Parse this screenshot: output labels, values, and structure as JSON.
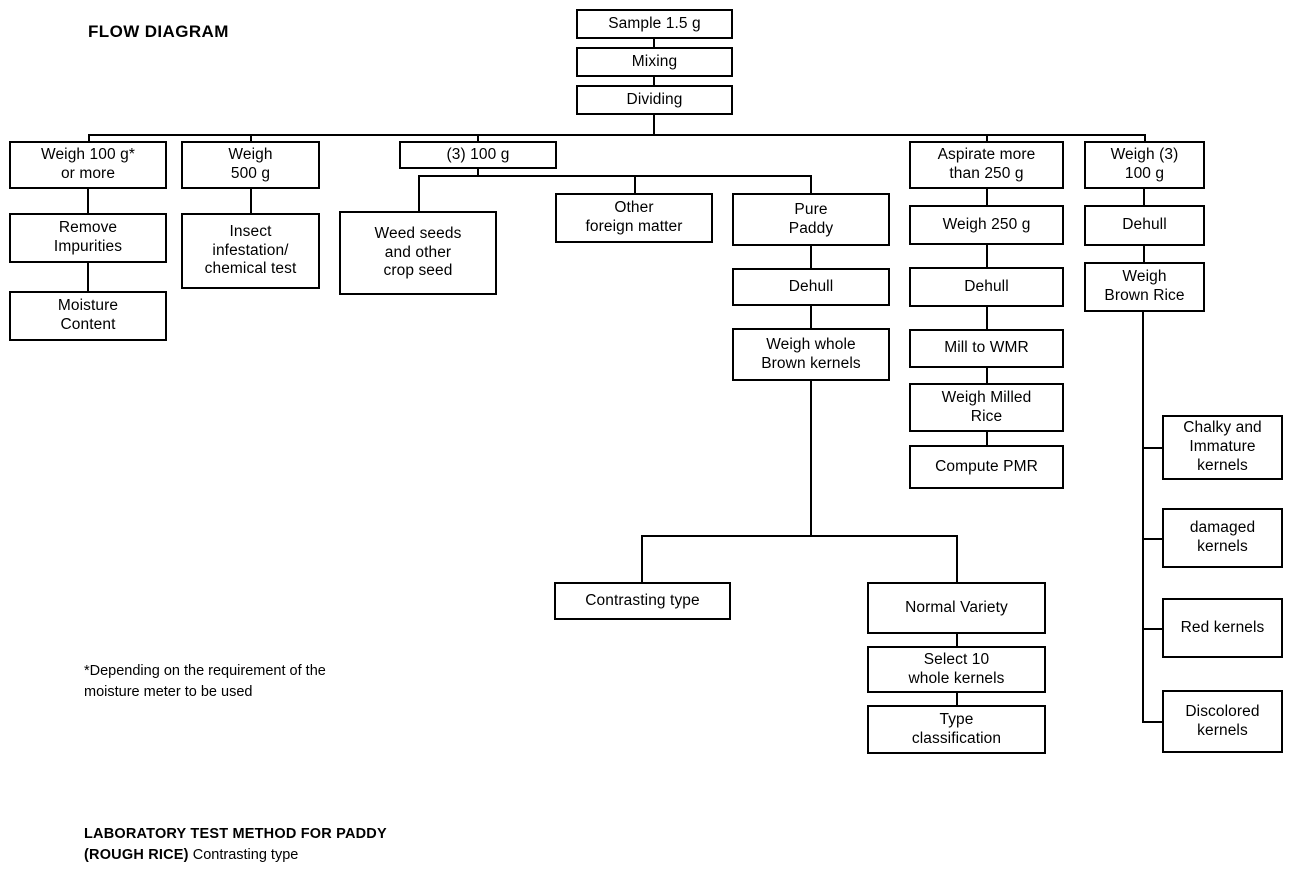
{
  "diagram": {
    "title": "FLOW DIAGRAM",
    "footnote": "*Depending on the requirement of the\n moisture meter to be used",
    "caption_line1": "LABORATORY TEST METHOD FOR PADDY",
    "caption_line2_strong": "(ROUGH RICE)",
    "caption_line2_rest": " Contrasting type",
    "line_color": "#000000",
    "box_border_color": "#000000",
    "background": "#ffffff"
  },
  "nodes": {
    "sample": "Sample 1.5 g",
    "mixing": "Mixing",
    "dividing": "Dividing",
    "weigh100": "Weigh 100 g*\nor more",
    "remove_impurities": "Remove\nImpurities",
    "moisture_content": "Moisture\nContent",
    "weigh500": "Weigh\n500 g",
    "insect_test": "Insect\ninfestation/\nchemical test",
    "three_100g": "(3) 100 g",
    "weed_seeds": "Weed seeds\nand other\ncrop seed",
    "other_foreign": "Other\nforeign matter",
    "pure_paddy": "Pure\nPaddy",
    "dehull_paddy": "Dehull",
    "weigh_whole_brown": "Weigh whole\nBrown kernels",
    "contrasting_type": "Contrasting type",
    "normal_variety": "Normal Variety",
    "select_10": "Select 10\nwhole kernels",
    "type_classification": "Type\nclassification",
    "aspirate": "Aspirate more\nthan 250 g",
    "weigh250": "Weigh 250 g",
    "dehull_250": "Dehull",
    "mill_wmr": "Mill to WMR",
    "weigh_milled": "Weigh Milled\nRice",
    "compute_pmr": "Compute PMR",
    "weigh3_100g": "Weigh (3)\n100 g",
    "dehull_brown": "Dehull",
    "weigh_brown_rice": "Weigh\nBrown Rice",
    "chalky": "Chalky and\nImmature\nkernels",
    "damaged": "damaged\nkernels",
    "red": "Red kernels",
    "discolored": "Discolored\nkernels"
  }
}
